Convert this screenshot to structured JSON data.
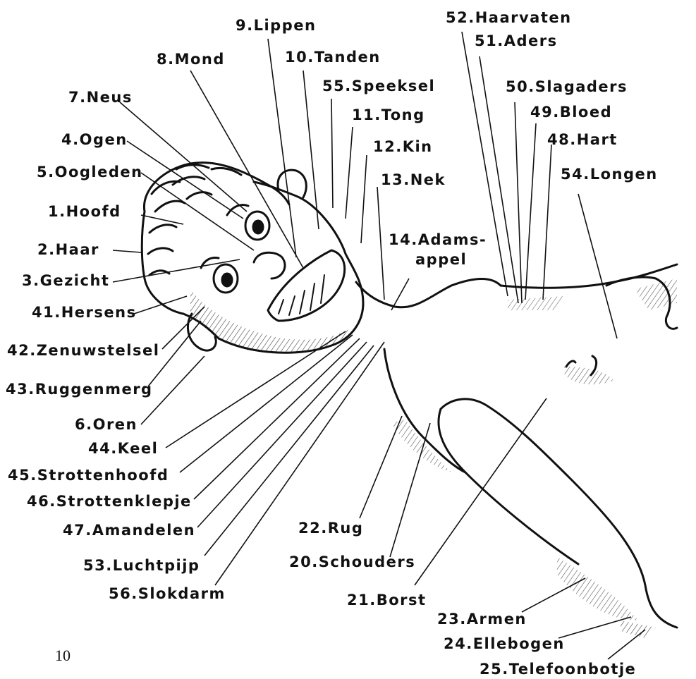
{
  "page_number": "10",
  "line_color": "#111111",
  "labels": {
    "lippen": "9.Lippen",
    "mond": "8.Mond",
    "tanden": "10.Tanden",
    "speeksel": "55.Speeksel",
    "neus": "7.Neus",
    "tong": "11.Tong",
    "ogen": "4.Ogen",
    "kin": "12.Kin",
    "oogleden": "5.Oogleden",
    "nek": "13.Nek",
    "hoofd": "1.Hoofd",
    "adamsappel_1": "14.Adams-",
    "adamsappel_2": "appel",
    "haar": "2.Haar",
    "gezicht": "3.Gezicht",
    "hersens": "41.Hersens",
    "zenuwstelsel": "42.Zenuwstelsel",
    "ruggenmerg": "43.Ruggenmerg",
    "oren": "6.Oren",
    "keel": "44.Keel",
    "strottenhoofd": "45.Strottenhoofd",
    "strottenklepje": "46.Strottenklepje",
    "amandelen": "47.Amandelen",
    "luchtpijp": "53.Luchtpijp",
    "slokdarm": "56.Slokdarm",
    "haarvaten": "52.Haarvaten",
    "aders": "51.Aders",
    "slagaders": "50.Slagaders",
    "bloed": "49.Bloed",
    "hart": "48.Hart",
    "longen": "54.Longen",
    "rug": "22.Rug",
    "schouders": "20.Schouders",
    "borst": "21.Borst",
    "armen": "23.Armen",
    "ellebogen": "24.Ellebogen",
    "telefoonbotje": "25.Telefoonbotje"
  }
}
